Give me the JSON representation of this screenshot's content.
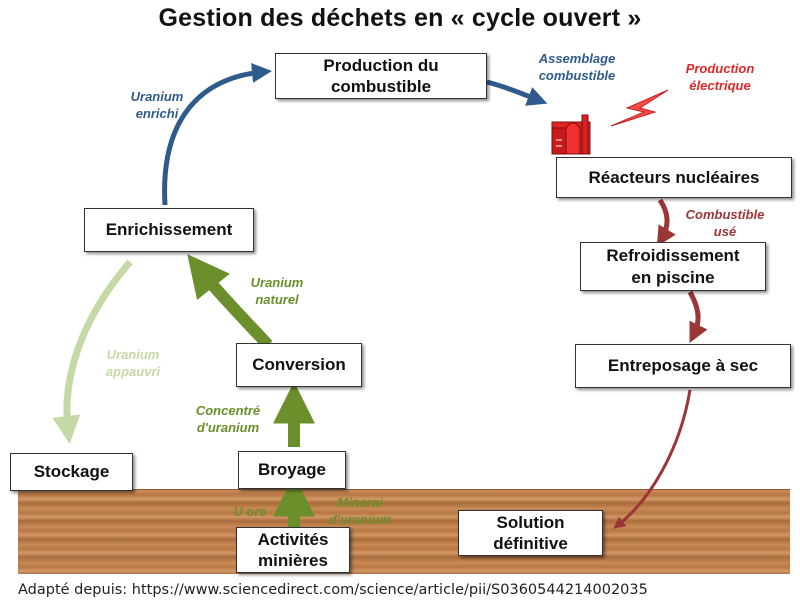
{
  "title": "Gestion des déchets en « cycle ouvert »",
  "boxes": {
    "production": "Production du\ncombustible",
    "reacteurs": "Réacteurs nucléaires",
    "refroidissement": "Refroidissement\nen piscine",
    "entreposage": "Entreposage à sec",
    "solution": "Solution\ndéfinitive",
    "enrichissement": "Enrichissement",
    "conversion": "Conversion",
    "broyage": "Broyage",
    "stockage": "Stockage",
    "activites": "Activités\nminières"
  },
  "labels": {
    "uranium_enrichi": "Uranium\nenrichi",
    "assemblage": "Assemblage\ncombustible",
    "production_electrique": "Production\nélectrique",
    "combustible_use": "Combustible\nusé",
    "uranium_naturel": "Uranium\nnaturel",
    "uranium_appauvri": "Uranium\nappauvri",
    "concentre": "Concentré\nd'uranium",
    "u_ore": "U ore",
    "minerai": "Minerai\nd'uranium"
  },
  "footer": "Adapté depuis: https://www.sciencedirect.com/science/article/pii/S0360544214002035",
  "colors": {
    "blue": "#2e5a8c",
    "green": "#6b8f2a",
    "light_green": "#c4d9a6",
    "dark_red": "#9c3535",
    "red": "#e02828",
    "ground": "#c98c5a"
  },
  "icons": [
    "reactor-icon",
    "lightning-icon"
  ]
}
